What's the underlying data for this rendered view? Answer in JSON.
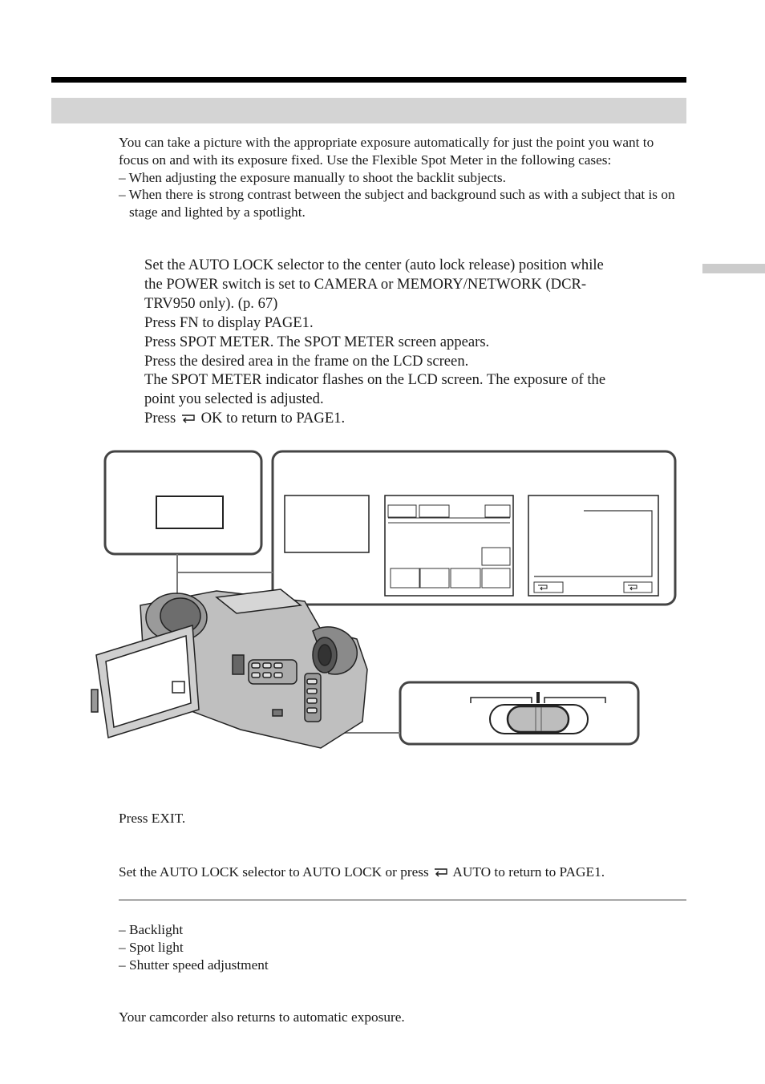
{
  "intro": {
    "paragraph": "You can take a picture with the appropriate exposure automatically for just the point you want to focus on and with its exposure fixed. Use the Flexible Spot Meter in the following cases:",
    "cases": [
      "– When adjusting the exposure manually to shoot the backlit subjects.",
      "– When there is strong contrast between the subject and background such as with a subject that is on stage and lighted by a spotlight."
    ]
  },
  "steps": {
    "s1_line1": "Set the AUTO LOCK selector to the center (auto lock release) position while",
    "s1_line2": "the POWER switch is set to CAMERA or MEMORY/NETWORK (DCR-",
    "s1_line3": "TRV950 only). (p. 67)",
    "s2": "Press FN to display PAGE1.",
    "s3": "Press SPOT METER. The SPOT METER screen appears.",
    "s4": "Press the desired area in the frame on the LCD screen.",
    "s5_line1": "The SPOT METER indicator flashes on the LCD screen. The exposure of the",
    "s5_line2": "point you selected is adjusted.",
    "s6_before": "Press",
    "s6_after": "OK to return to PAGE1."
  },
  "notes": {
    "exit": "Press EXIT.",
    "auto_before": "Set the AUTO LOCK selector to AUTO LOCK or press",
    "auto_after": "AUTO to return to PAGE1.",
    "list": [
      "– Backlight",
      "– Spot light",
      "– Shutter speed adjustment"
    ],
    "footer": "Your camcorder also returns to automatic exposure."
  },
  "icons": {
    "return_glyph": "return-arrow-icon"
  }
}
